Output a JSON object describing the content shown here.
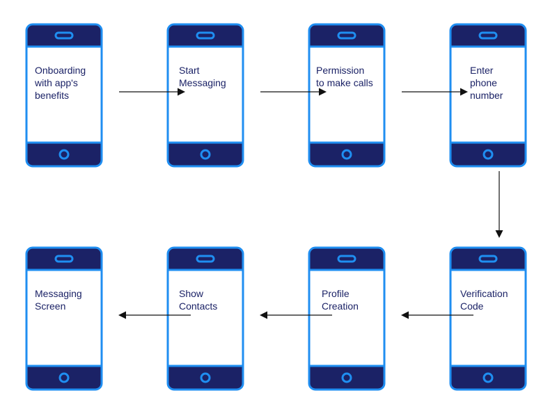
{
  "diagram": {
    "type": "flowchart",
    "steps": [
      {
        "id": "s1",
        "lines": [
          "Onboarding",
          "with app's",
          "benefits"
        ]
      },
      {
        "id": "s2",
        "lines": [
          "Start",
          "Messaging"
        ]
      },
      {
        "id": "s3",
        "lines": [
          "Permission",
          "to make calls"
        ]
      },
      {
        "id": "s4",
        "lines": [
          "Enter",
          "phone",
          "number"
        ]
      },
      {
        "id": "s5",
        "lines": [
          "Verification",
          "Code"
        ]
      },
      {
        "id": "s6",
        "lines": [
          "Profile",
          "Creation"
        ]
      },
      {
        "id": "s7",
        "lines": [
          "Show",
          "Contacts"
        ]
      },
      {
        "id": "s8",
        "lines": [
          "Messaging",
          "Screen"
        ]
      }
    ],
    "connections": [
      {
        "from": "s1",
        "to": "s2"
      },
      {
        "from": "s2",
        "to": "s3"
      },
      {
        "from": "s3",
        "to": "s4"
      },
      {
        "from": "s4",
        "to": "s5"
      },
      {
        "from": "s5",
        "to": "s6"
      },
      {
        "from": "s6",
        "to": "s7"
      },
      {
        "from": "s7",
        "to": "s8"
      }
    ],
    "colors": {
      "phone_frame": "#1b2266",
      "phone_outline": "#1f8ef1",
      "screen": "#ffffff",
      "label_text": "#1b2266",
      "arrow": "#111111"
    }
  }
}
